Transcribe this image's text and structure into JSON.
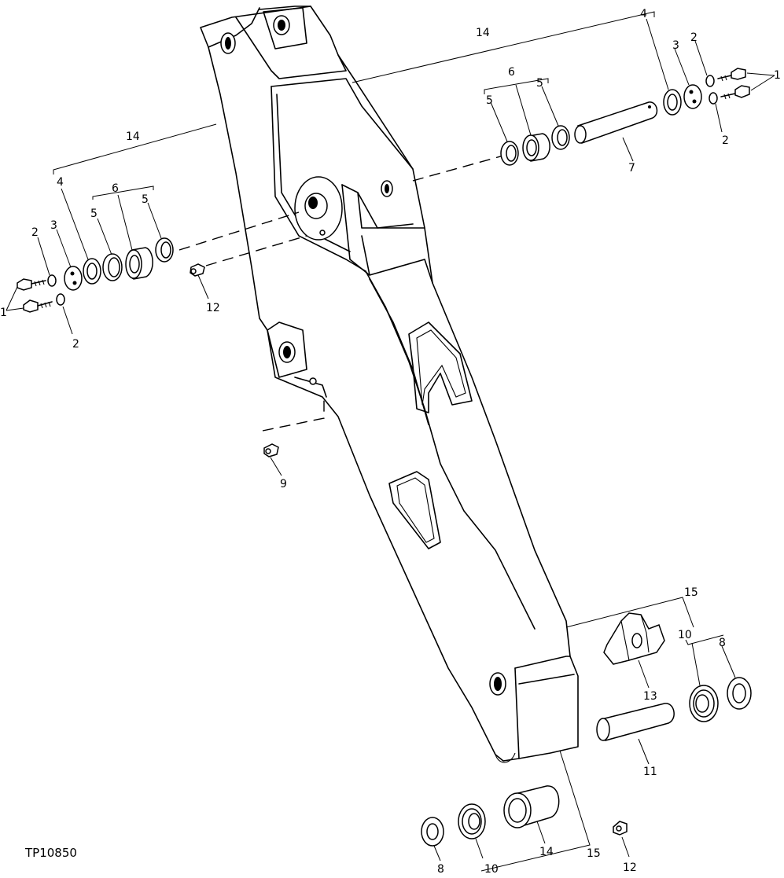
{
  "figure_id": "TP10850",
  "callouts": {
    "n1": "1",
    "n2": "2",
    "n3": "3",
    "n4": "4",
    "n5": "5",
    "n6": "6",
    "n7": "7",
    "n8": "8",
    "n9": "9",
    "n10": "10",
    "n11": "11",
    "n12": "12",
    "n13": "13",
    "n14": "14",
    "n15": "15"
  }
}
